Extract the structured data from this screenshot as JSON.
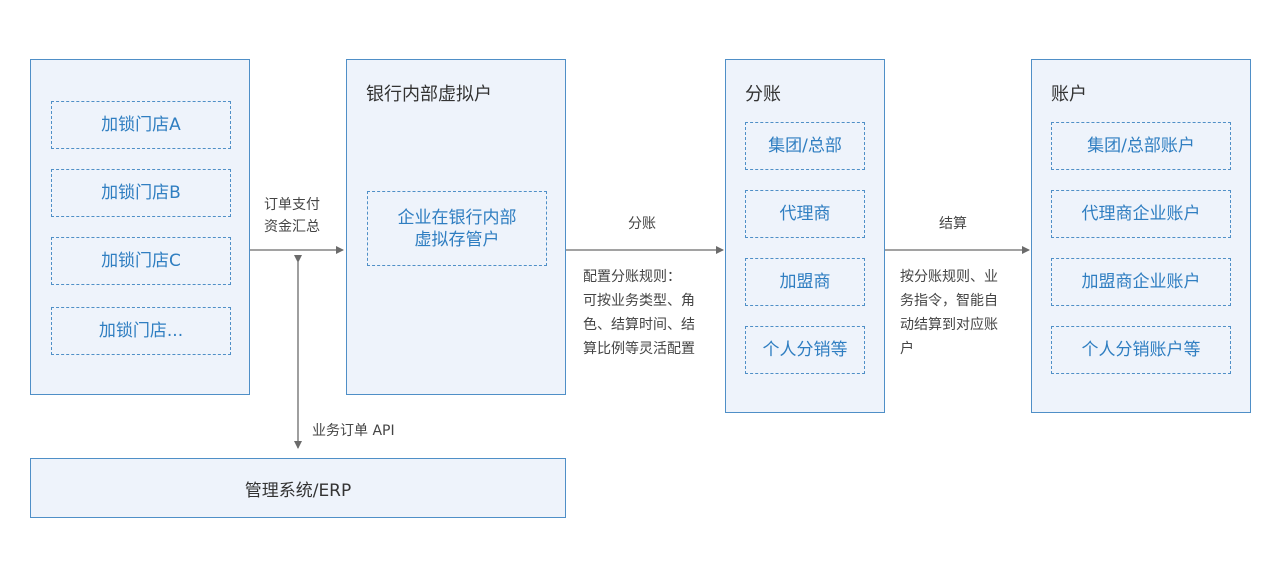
{
  "stores": {
    "items": [
      {
        "label": "加锁门店A"
      },
      {
        "label": "加锁门店B"
      },
      {
        "label": "加锁门店C"
      },
      {
        "label": "加锁门店..."
      }
    ]
  },
  "bank": {
    "title": "银行内部虚拟户",
    "inner_line1": "企业在银行内部",
    "inner_line2": "虚拟存管户"
  },
  "split": {
    "title": "分账",
    "items": [
      {
        "label": "集团/总部"
      },
      {
        "label": "代理商"
      },
      {
        "label": "加盟商"
      },
      {
        "label": "个人分销等"
      }
    ]
  },
  "account": {
    "title": "账户",
    "items": [
      {
        "label": "集团/总部账户"
      },
      {
        "label": "代理商企业账户"
      },
      {
        "label": "加盟商企业账户"
      },
      {
        "label": "个人分销账户等"
      }
    ]
  },
  "erp": {
    "label": "管理系统/ERP"
  },
  "edges": {
    "stores_to_bank": {
      "line1": "订单支付",
      "line2": "资金汇总"
    },
    "bank_to_split": {
      "label": "分账",
      "desc_lines": [
        "配置分账规则：",
        "可按业务类型、角",
        "色、结算时间、结",
        "算比例等灵活配置"
      ]
    },
    "split_to_account": {
      "label": "结算",
      "desc_lines": [
        "按分账规则、业",
        "务指令，智能自",
        "动结算到对应账",
        "户"
      ]
    },
    "erp_link": {
      "label": "业务订单 API"
    }
  },
  "colors": {
    "panel_fill": "#eef3fb",
    "border": "#4f8fc7",
    "item_text": "#2f7ec1",
    "arrow": "#6b6b6b"
  }
}
